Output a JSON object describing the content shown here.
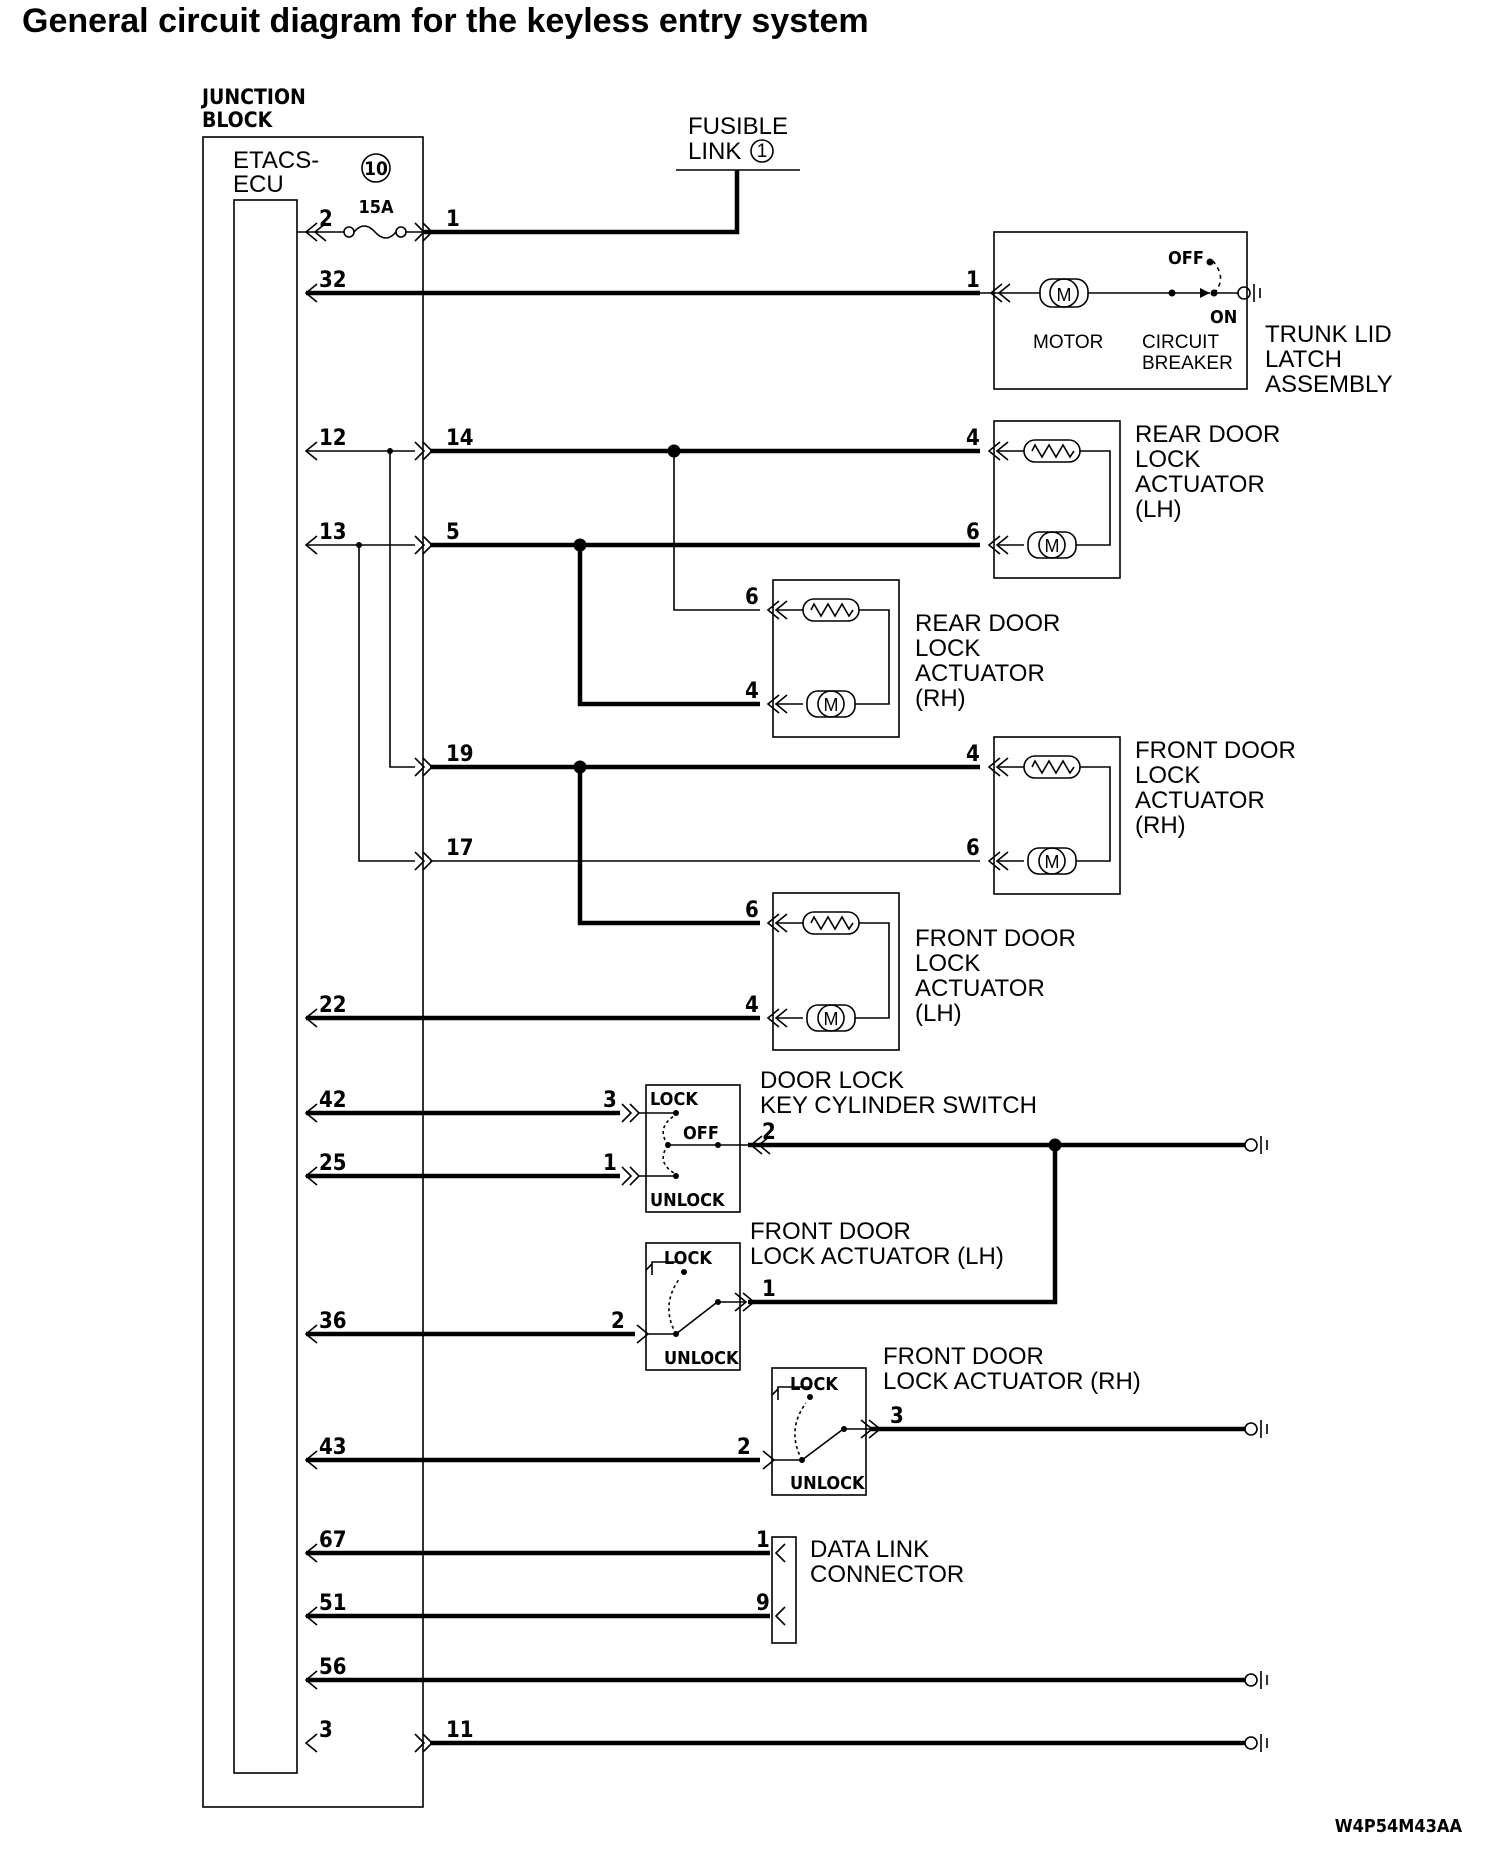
{
  "title": "General circuit diagram for the keyless entry system",
  "drawing_ref": "W4P54M43AA",
  "junction_block": {
    "label_l1": "JUNCTION",
    "label_l2": "BLOCK"
  },
  "etacs": {
    "label_l1": "ETACS-",
    "label_l2": "ECU",
    "fuse_num": "10",
    "fuse_rating": "15A"
  },
  "fusible_link": {
    "label_l1": "FUSIBLE",
    "label_l2": "LINK",
    "num": "1"
  },
  "ecu_pins": {
    "p2": "2",
    "p32": "32",
    "p12": "12",
    "p13": "13",
    "p22": "22",
    "p42": "42",
    "p25": "25",
    "p36": "36",
    "p43": "43",
    "p67": "67",
    "p51": "51",
    "p56": "56",
    "p3": "3"
  },
  "jb_pins": {
    "p1": "1",
    "p14": "14",
    "p5": "5",
    "p19": "19",
    "p17": "17",
    "p11": "11"
  },
  "trunk": {
    "pin": "1",
    "off": "OFF",
    "on": "ON",
    "motor": "MOTOR",
    "cb_l1": "CIRCUIT",
    "cb_l2": "BREAKER",
    "name_l1": "TRUNK LID",
    "name_l2": "LATCH",
    "name_l3": "ASSEMBLY"
  },
  "rear_lh": {
    "pin_a": "4",
    "pin_b": "6",
    "l1": "REAR DOOR",
    "l2": "LOCK",
    "l3": "ACTUATOR",
    "l4": "(LH)"
  },
  "rear_rh": {
    "pin_a": "6",
    "pin_b": "4",
    "l1": "REAR DOOR",
    "l2": "LOCK",
    "l3": "ACTUATOR",
    "l4": "(RH)"
  },
  "front_rh": {
    "pin_a": "4",
    "pin_b": "6",
    "l1": "FRONT DOOR",
    "l2": "LOCK",
    "l3": "ACTUATOR",
    "l4": "(RH)"
  },
  "front_lh": {
    "pin_a": "6",
    "pin_b": "4",
    "l1": "FRONT DOOR",
    "l2": "LOCK",
    "l3": "ACTUATOR",
    "l4": "(LH)"
  },
  "key_cyl": {
    "pin3": "3",
    "pin1": "1",
    "pin2": "2",
    "lock": "LOCK",
    "off": "OFF",
    "unlock": "UNLOCK",
    "l1": "DOOR LOCK",
    "l2": "KEY CYLINDER SWITCH"
  },
  "fl_sw": {
    "pin2": "2",
    "pin1": "1",
    "lock": "LOCK",
    "unlock": "UNLOCK",
    "l1": "FRONT DOOR",
    "l2": "LOCK ACTUATOR (LH)"
  },
  "fr_sw": {
    "pin2": "2",
    "pin3": "3",
    "lock": "LOCK",
    "unlock": "UNLOCK",
    "l1": "FRONT DOOR",
    "l2": "LOCK ACTUATOR (RH)"
  },
  "dlc": {
    "pin1": "1",
    "pin9": "9",
    "l1": "DATA LINK",
    "l2": "CONNECTOR"
  }
}
